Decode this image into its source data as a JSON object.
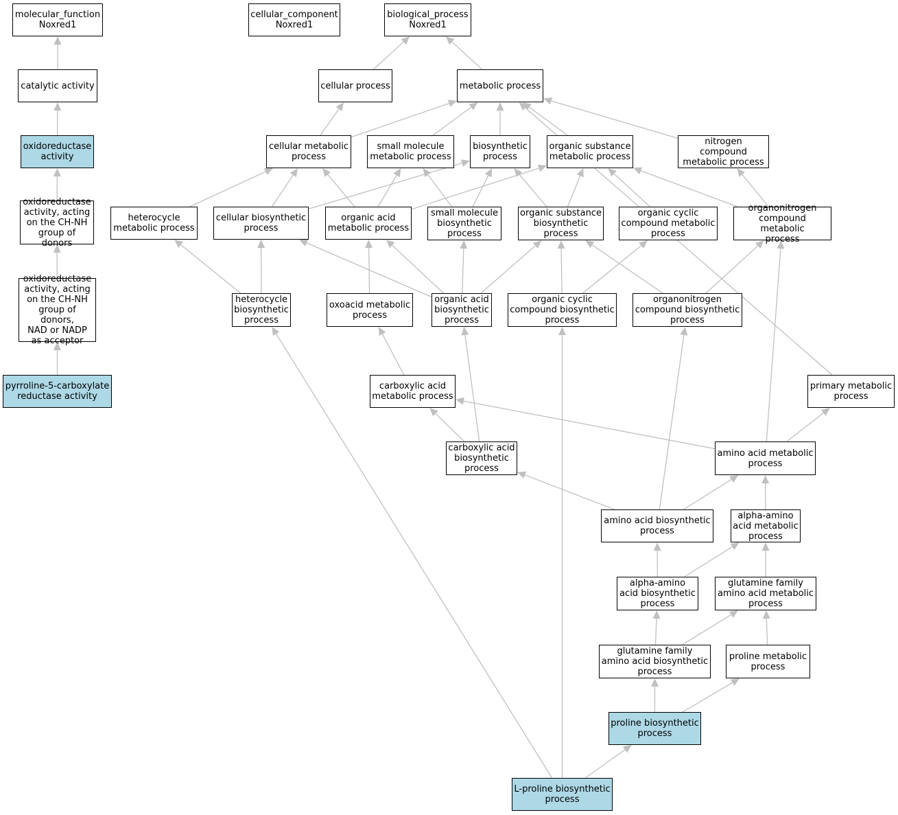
{
  "colors": {
    "highlight": "#add8e6",
    "node_fill": "#ffffff",
    "edge": "#c0c0c0",
    "border": "#000000"
  },
  "nodes": {
    "mf_root": {
      "label": "molecular_function\nNoxred1",
      "highlight": false
    },
    "cc_root": {
      "label": "cellular_component\nNoxred1",
      "highlight": false
    },
    "bp_root": {
      "label": "biological_process\nNoxred1",
      "highlight": false
    },
    "cat": {
      "label": "catalytic activity",
      "highlight": false
    },
    "cellproc": {
      "label": "cellular process",
      "highlight": false
    },
    "metab": {
      "label": "metabolic process",
      "highlight": false
    },
    "oxred": {
      "label": "oxidoreductase\nactivity",
      "highlight": true
    },
    "cellmet": {
      "label": "cellular metabolic\nprocess",
      "highlight": false
    },
    "smallmol": {
      "label": "small molecule\nmetabolic process",
      "highlight": false
    },
    "biosyn": {
      "label": "biosynthetic\nprocess",
      "highlight": false
    },
    "orgsub": {
      "label": "organic substance\nmetabolic process",
      "highlight": false
    },
    "nitro": {
      "label": "nitrogen compound\nmetabolic process",
      "highlight": false
    },
    "oxred_chnh": {
      "label": "oxidoreductase\nactivity, acting\non the CH-NH\ngroup of donors",
      "highlight": false
    },
    "hetero": {
      "label": "heterocycle\nmetabolic process",
      "highlight": false
    },
    "cellbio": {
      "label": "cellular biosynthetic\nprocess",
      "highlight": false
    },
    "orgacid": {
      "label": "organic acid\nmetabolic process",
      "highlight": false
    },
    "smallbio": {
      "label": "small molecule\nbiosynthetic\nprocess",
      "highlight": false
    },
    "orgsubbio": {
      "label": "organic substance\nbiosynthetic\nprocess",
      "highlight": false
    },
    "orgcyc": {
      "label": "organic cyclic\ncompound metabolic\nprocess",
      "highlight": false
    },
    "orgnit": {
      "label": "organonitrogen\ncompound metabolic\nprocess",
      "highlight": false
    },
    "oxred_nad": {
      "label": "oxidoreductase\nactivity, acting\non the CH-NH\ngroup of donors,\nNAD or NADP\nas acceptor",
      "highlight": false
    },
    "heterobio": {
      "label": "heterocycle\nbiosynthetic\nprocess",
      "highlight": false
    },
    "oxoacid": {
      "label": "oxoacid metabolic\nprocess",
      "highlight": false
    },
    "orgacidbio": {
      "label": "organic acid\nbiosynthetic\nprocess",
      "highlight": false
    },
    "orgcycbio": {
      "label": "organic cyclic\ncompound biosynthetic\nprocess",
      "highlight": false
    },
    "orgnitbio": {
      "label": "organonitrogen\ncompound biosynthetic\nprocess",
      "highlight": false
    },
    "p5cr": {
      "label": "pyrroline-5-carboxylate\nreductase activity",
      "highlight": true
    },
    "carbox": {
      "label": "carboxylic acid\nmetabolic process",
      "highlight": false
    },
    "primary": {
      "label": "primary metabolic\nprocess",
      "highlight": false
    },
    "carboxbio": {
      "label": "carboxylic acid\nbiosynthetic\nprocess",
      "highlight": false
    },
    "aamet": {
      "label": "amino acid metabolic\nprocess",
      "highlight": false
    },
    "aabio": {
      "label": "amino acid biosynthetic\nprocess",
      "highlight": false
    },
    "alphamet": {
      "label": "alpha-amino\nacid metabolic\nprocess",
      "highlight": false
    },
    "alphabio": {
      "label": "alpha-amino\nacid biosynthetic\nprocess",
      "highlight": false
    },
    "glnmet": {
      "label": "glutamine family\namino acid metabolic\nprocess",
      "highlight": false
    },
    "glnbio": {
      "label": "glutamine family\namino acid biosynthetic\nprocess",
      "highlight": false
    },
    "promet": {
      "label": "proline metabolic\nprocess",
      "highlight": false
    },
    "probio": {
      "label": "proline biosynthetic\nprocess",
      "highlight": true
    },
    "lprobio": {
      "label": "L-proline biosynthetic\nprocess",
      "highlight": true
    }
  },
  "edges": [
    [
      "cat",
      "mf_root"
    ],
    [
      "oxred",
      "cat"
    ],
    [
      "oxred_chnh",
      "oxred"
    ],
    [
      "oxred_nad",
      "oxred_chnh"
    ],
    [
      "p5cr",
      "oxred_nad"
    ],
    [
      "cellproc",
      "bp_root"
    ],
    [
      "metab",
      "bp_root"
    ],
    [
      "cellmet",
      "cellproc"
    ],
    [
      "cellmet",
      "metab"
    ],
    [
      "smallmol",
      "metab"
    ],
    [
      "biosyn",
      "metab"
    ],
    [
      "orgsub",
      "metab"
    ],
    [
      "nitro",
      "metab"
    ],
    [
      "primary",
      "metab"
    ],
    [
      "hetero",
      "cellmet"
    ],
    [
      "cellbio",
      "cellmet"
    ],
    [
      "cellbio",
      "biosyn"
    ],
    [
      "orgacid",
      "cellmet"
    ],
    [
      "orgacid",
      "smallmol"
    ],
    [
      "orgacid",
      "orgsub"
    ],
    [
      "smallbio",
      "smallmol"
    ],
    [
      "smallbio",
      "biosyn"
    ],
    [
      "orgsubbio",
      "biosyn"
    ],
    [
      "orgsubbio",
      "orgsub"
    ],
    [
      "orgcyc",
      "orgsub"
    ],
    [
      "orgnit",
      "orgsub"
    ],
    [
      "orgnit",
      "nitro"
    ],
    [
      "heterobio",
      "hetero"
    ],
    [
      "heterobio",
      "cellbio"
    ],
    [
      "oxoacid",
      "orgacid"
    ],
    [
      "orgacidbio",
      "orgacid"
    ],
    [
      "orgacidbio",
      "cellbio"
    ],
    [
      "orgacidbio",
      "smallbio"
    ],
    [
      "orgacidbio",
      "orgsubbio"
    ],
    [
      "orgcycbio",
      "orgsubbio"
    ],
    [
      "orgcycbio",
      "orgcyc"
    ],
    [
      "orgnitbio",
      "orgsubbio"
    ],
    [
      "orgnitbio",
      "orgnit"
    ],
    [
      "carbox",
      "oxoacid"
    ],
    [
      "carboxbio",
      "carbox"
    ],
    [
      "carboxbio",
      "orgacidbio"
    ],
    [
      "aamet",
      "carbox"
    ],
    [
      "aamet",
      "primary"
    ],
    [
      "aamet",
      "orgnit"
    ],
    [
      "aabio",
      "carboxbio"
    ],
    [
      "aabio",
      "aamet"
    ],
    [
      "aabio",
      "orgnitbio"
    ],
    [
      "alphamet",
      "aamet"
    ],
    [
      "alphabio",
      "aabio"
    ],
    [
      "alphabio",
      "alphamet"
    ],
    [
      "glnmet",
      "alphamet"
    ],
    [
      "glnbio",
      "alphabio"
    ],
    [
      "glnbio",
      "glnmet"
    ],
    [
      "promet",
      "glnmet"
    ],
    [
      "probio",
      "glnbio"
    ],
    [
      "probio",
      "promet"
    ],
    [
      "lprobio",
      "probio"
    ],
    [
      "lprobio",
      "heterobio"
    ],
    [
      "lprobio",
      "orgcycbio"
    ]
  ]
}
